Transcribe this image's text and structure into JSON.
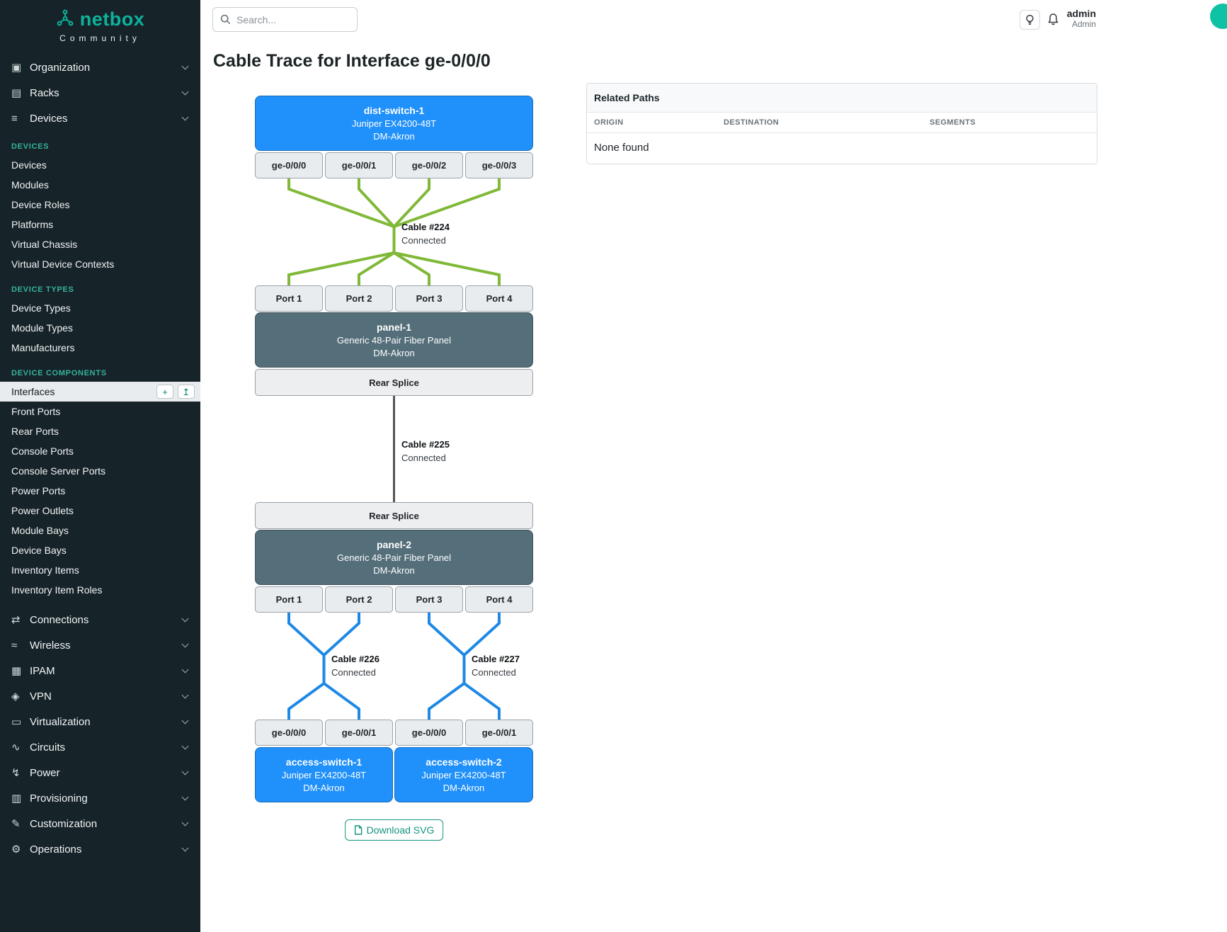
{
  "brand": {
    "logo_text": "netbox",
    "subtitle": "Community"
  },
  "topbar": {
    "search_placeholder": "Search...",
    "user": {
      "name": "admin",
      "role": "Admin"
    }
  },
  "page": {
    "title": "Cable Trace for Interface ge-0/0/0"
  },
  "sidebar": {
    "groups_top": [
      {
        "icon": "▣",
        "label": "Organization"
      },
      {
        "icon": "▤",
        "label": "Racks"
      },
      {
        "icon": "≡",
        "label": "Devices"
      }
    ],
    "sections": [
      {
        "header": "DEVICES",
        "items": [
          "Devices",
          "Modules",
          "Device Roles",
          "Platforms",
          "Virtual Chassis",
          "Virtual Device Contexts"
        ]
      },
      {
        "header": "DEVICE TYPES",
        "items": [
          "Device Types",
          "Module Types",
          "Manufacturers"
        ]
      },
      {
        "header": "DEVICE COMPONENTS",
        "items": [
          "Interfaces",
          "Front Ports",
          "Rear Ports",
          "Console Ports",
          "Console Server Ports",
          "Power Ports",
          "Power Outlets",
          "Module Bays",
          "Device Bays",
          "Inventory Items",
          "Inventory Item Roles"
        ]
      }
    ],
    "active_item": "Interfaces",
    "active_buttons": {
      "add": "+",
      "import": "↥"
    },
    "groups_bottom": [
      {
        "icon": "⇄",
        "label": "Connections"
      },
      {
        "icon": "≈",
        "label": "Wireless"
      },
      {
        "icon": "▦",
        "label": "IPAM"
      },
      {
        "icon": "◈",
        "label": "VPN"
      },
      {
        "icon": "▭",
        "label": "Virtualization"
      },
      {
        "icon": "∿",
        "label": "Circuits"
      },
      {
        "icon": "↯",
        "label": "Power"
      },
      {
        "icon": "▥",
        "label": "Provisioning"
      },
      {
        "icon": "✎",
        "label": "Customization"
      },
      {
        "icon": "⚙",
        "label": "Operations"
      }
    ]
  },
  "related_paths": {
    "title": "Related Paths",
    "columns": [
      "ORIGIN",
      "DESTINATION",
      "SEGMENTS"
    ],
    "empty_text": "None found"
  },
  "trace": {
    "dist_switch": {
      "name": "dist-switch-1",
      "model": "Juniper EX4200-48T",
      "site": "DM-Akron"
    },
    "dist_ports": [
      "ge-0/0/0",
      "ge-0/0/1",
      "ge-0/0/2",
      "ge-0/0/3"
    ],
    "cable_224": {
      "label": "Cable #224",
      "status": "Connected"
    },
    "panel1_front_ports": [
      "Port 1",
      "Port 2",
      "Port 3",
      "Port 4"
    ],
    "panel1": {
      "name": "panel-1",
      "model": "Generic 48-Pair Fiber Panel",
      "site": "DM-Akron"
    },
    "panel1_rear": "Rear Splice",
    "cable_225": {
      "label": "Cable #225",
      "status": "Connected"
    },
    "panel2_rear": "Rear Splice",
    "panel2": {
      "name": "panel-2",
      "model": "Generic 48-Pair Fiber Panel",
      "site": "DM-Akron"
    },
    "panel2_front_ports": [
      "Port 1",
      "Port 2",
      "Port 3",
      "Port 4"
    ],
    "cable_226": {
      "label": "Cable #226",
      "status": "Connected"
    },
    "cable_227": {
      "label": "Cable #227",
      "status": "Connected"
    },
    "access_ports": [
      "ge-0/0/0",
      "ge-0/0/1",
      "ge-0/0/0",
      "ge-0/0/1"
    ],
    "access_switch_1": {
      "name": "access-switch-1",
      "model": "Juniper EX4200-48T",
      "site": "DM-Akron"
    },
    "access_switch_2": {
      "name": "access-switch-2",
      "model": "Juniper EX4200-48T",
      "site": "DM-Akron"
    },
    "download_label": "Download SVG"
  },
  "colors": {
    "accent_teal": "#0eb29c",
    "device_blue": "#2090fa",
    "panel_slate": "#546e7a",
    "cable_green": "#80b838",
    "cable_blue": "#1e88e5",
    "cable_gray": "#555555",
    "status_text": "#343a40",
    "avatar_teal": "#10c2a4"
  }
}
